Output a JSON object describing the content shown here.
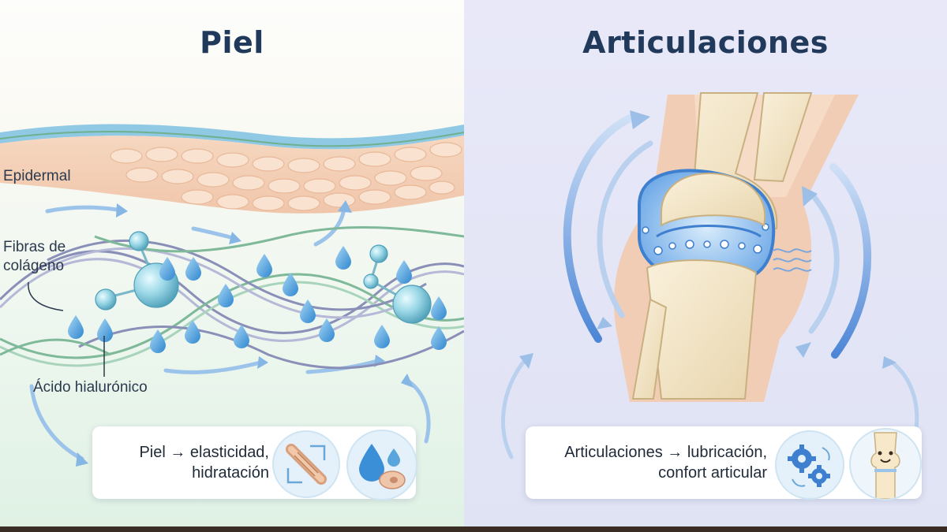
{
  "left_panel": {
    "title": "Piel",
    "labels": {
      "epidermis": "Epidermal",
      "collagen_line1": "Fibras de",
      "collagen_line2": "colágeno",
      "hyaluronic": "Ácido hialurónico"
    },
    "card": {
      "line1": "Piel → elasticidad,",
      "line2": "hidratación"
    },
    "icons": [
      "stretch-fiber-icon",
      "water-drop-cell-icon"
    ]
  },
  "right_panel": {
    "title": "Articulaciones",
    "card": {
      "line1": "Articulaciones → lubricación,",
      "line2": "confort articular"
    },
    "icons": [
      "gears-icon",
      "happy-joint-icon"
    ]
  },
  "colors": {
    "title": "#213a5b",
    "skin": "#f3cfb6",
    "collagen_purple": "#8a8fb8",
    "collagen_green": "#7fb99a",
    "droplet": "#5aa6dc",
    "joint_blue": "#4d86d6",
    "bone": "#f3e6c8"
  }
}
